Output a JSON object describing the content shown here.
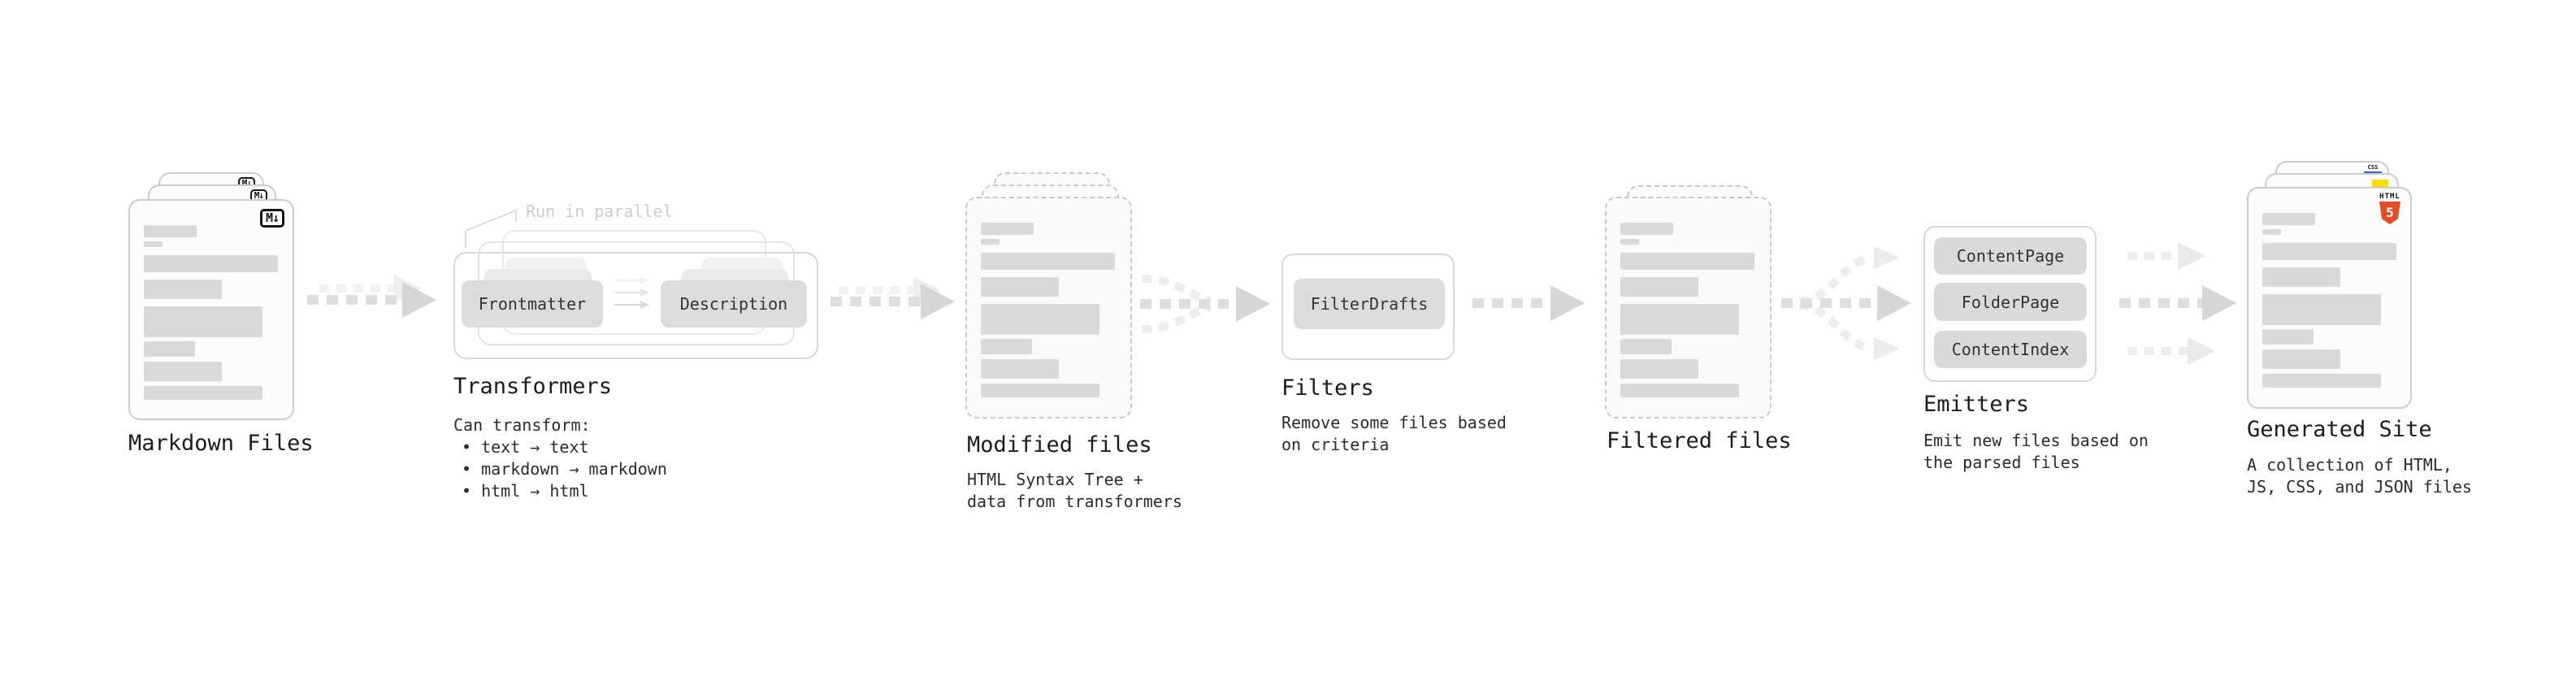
{
  "stages": {
    "markdown_files": {
      "label": "Markdown Files",
      "badge": "M↓"
    },
    "transformers": {
      "annotation": "Run in parallel",
      "steps": [
        "Frontmatter",
        "Description"
      ],
      "title": "Transformers",
      "desc_lines": [
        "Can transform:",
        "• text → text",
        "• markdown → markdown",
        "• html → html"
      ]
    },
    "modified_files": {
      "label": "Modified files",
      "desc_lines": [
        "HTML Syntax Tree +",
        "data from transformers"
      ]
    },
    "filters": {
      "step": "FilterDrafts",
      "title": "Filters",
      "desc_lines": [
        "Remove some files based",
        "on criteria"
      ]
    },
    "filtered_files": {
      "label": "Filtered files"
    },
    "emitters": {
      "steps": [
        "ContentPage",
        "FolderPage",
        "ContentIndex"
      ],
      "title": "Emitters",
      "desc_lines": [
        "Emit new files based on",
        "the parsed files"
      ]
    },
    "generated_site": {
      "label": "Generated Site",
      "desc_lines": [
        "A collection of HTML,",
        "JS, CSS, and JSON files"
      ],
      "badges": {
        "html5_title": "HTML",
        "html5_number": "5",
        "css": "CSS"
      }
    }
  },
  "colors": {
    "html5_orange": "#E44D26",
    "js_yellow": "#FFDE00",
    "css_blue": "#2965F1",
    "card_border": "#CCCCCC",
    "bar_gray": "#D9D9D9",
    "arrow_dark": "#D6D6D6",
    "arrow_light": "#EDEDED",
    "text": "#1F1F1F"
  }
}
